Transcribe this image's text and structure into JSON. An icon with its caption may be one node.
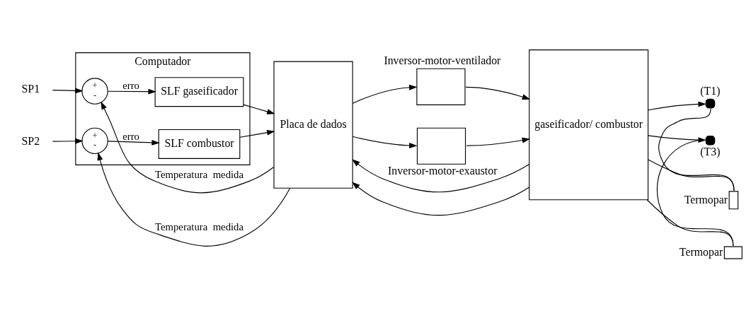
{
  "diagram": {
    "nodes": [
      {
        "text": [
          "Computador"
        ]
      },
      {
        "text": [
          "SP1"
        ]
      },
      {
        "text": [
          "+",
          "-"
        ],
        "in": 0
      },
      {
        "text": [
          "SLF gaseificador"
        ],
        "in": 0
      },
      {
        "text": [
          "SP2"
        ]
      },
      {
        "text": [
          "+",
          "-"
        ],
        "in": 0
      },
      {
        "text": [
          "SLF combustor"
        ],
        "in": 0
      },
      {
        "text": [
          "Placa de dados"
        ]
      },
      {
        "text": [],
        "shape": "box",
        "beside": [
          "Inversor-motor-ventilador"
        ]
      },
      {
        "text": [],
        "shape": "box",
        "beside": [
          "Inversor-motor-exaustor"
        ]
      },
      {
        "text": [
          "gaseificador/ combustor"
        ]
      },
      {
        "text": [],
        "shape": "circle",
        "beside": [
          "(T1)"
        ]
      },
      {
        "text": [],
        "shape": "box",
        "beside": [
          "Termopar"
        ]
      },
      {
        "text": [],
        "shape": "box",
        "beside": [
          "Termopar"
        ]
      },
      {
        "text": [],
        "shape": "circle",
        "beside": [
          "(T3)"
        ]
      }
    ],
    "edges": [
      {
        "from": 1,
        "to": 2,
        "arrow": "to"
      },
      {
        "from": 2,
        "to": 3,
        "arrow": "to",
        "label": "erro"
      },
      {
        "from": 3,
        "to": 7,
        "arrow": "to"
      },
      {
        "from": 7,
        "to": 8,
        "arrow": "to"
      },
      {
        "from": 8,
        "to": 10,
        "arrow": "to"
      },
      {
        "from": 10,
        "to": 11,
        "arrow": "to"
      },
      {
        "from": 11,
        "to": 12,
        "arrow": "none"
      },
      {
        "from": 12,
        "to": 10,
        "arrow": "none"
      },
      {
        "from": 10,
        "to": 7,
        "arrow": "to"
      },
      {
        "from": 7,
        "to": 2,
        "arrow": "to",
        "label": "Temperatura  medida"
      },
      {
        "from": 4,
        "to": 5,
        "arrow": "to"
      },
      {
        "from": 5,
        "to": 6,
        "arrow": "to",
        "label": "erro"
      },
      {
        "from": 6,
        "to": 7,
        "arrow": "to"
      },
      {
        "from": 7,
        "to": 9,
        "arrow": "to"
      },
      {
        "from": 9,
        "to": 10,
        "arrow": "to"
      },
      {
        "from": 10,
        "to": 14,
        "arrow": "to"
      },
      {
        "from": 14,
        "to": 13,
        "arrow": "none"
      },
      {
        "from": 13,
        "to": 10,
        "arrow": "none"
      },
      {
        "from": 10,
        "to": 7,
        "arrow": "to"
      },
      {
        "from": 7,
        "to": 5,
        "arrow": "to",
        "label": "Temperatura  medida"
      }
    ]
  }
}
